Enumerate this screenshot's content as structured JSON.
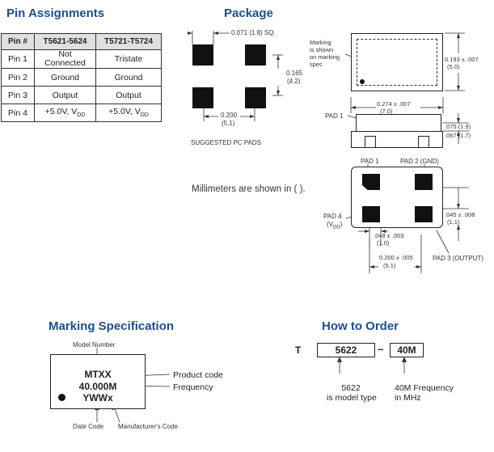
{
  "headings": {
    "pin_assignments": "Pin Assignments",
    "package": "Package",
    "marking_specification": "Marking Specification",
    "how_to_order": "How to Order"
  },
  "pin_table": {
    "headers": [
      "Pin #",
      "T5621-5624",
      "T5721-T5724"
    ],
    "rows": [
      {
        "pin": "Pin 1",
        "a_line1": "Not",
        "a_line2": "Connected",
        "b": "Tristate"
      },
      {
        "pin": "Pin 2",
        "a": "Ground",
        "b": "Ground"
      },
      {
        "pin": "Pin 3",
        "a": "Output",
        "b": "Output"
      },
      {
        "pin": "Pin 4",
        "a": "+5.0V, V",
        "a_sub": "DD",
        "b": "+5.0V, V",
        "b_sub": "DD"
      }
    ]
  },
  "pads": {
    "dim_square": "0.071 (1.8) SQ.",
    "dim_height": "0.165",
    "dim_height_mm": "(4.2)",
    "dim_width": "0.200",
    "dim_width_mm": "(5.1)",
    "caption": "SUGGESTED PC PADS"
  },
  "millimeters_note": "Millimeters are shown in (   ).",
  "package": {
    "marking_line1": "Marking",
    "marking_line2": "is shown",
    "marking_line3": "on marking",
    "marking_line4": "spec",
    "height_dim": "0.193 ± .007",
    "height_dim_mm": "(5.0)",
    "width_dim": "0.274 ± .007",
    "width_dim_mm": "(7.0)",
    "pad1_side": "PAD 1",
    "thick_max": ".075 (1.9)",
    "thick_min": ".067 (1.7)",
    "pad1_bottom": "PAD 1",
    "pad2_bottom": "PAD 2 (GND)",
    "pad4_line1": "PAD 4",
    "pad4_line2": "(V",
    "pad4_sub": "DD",
    "pad4_close": ")",
    "pad_height": ".045 ± .008",
    "pad_height_mm": "(1.1)",
    "pad_width": ".048 ± .003",
    "pad_width_mm": "(1.0)",
    "pitch": "0.200 ± .005",
    "pitch_mm": "(5.1)",
    "pad3": "PAD 3 (OUTPUT)"
  },
  "marking": {
    "model_number": "Model Number",
    "line1": "MTXX",
    "line2": "40.000M",
    "line3": "YWWx",
    "product_code": "Product code",
    "frequency": "Frequency",
    "date_code": "Date Code",
    "manufacturer_code": "Manufacturer's Code"
  },
  "order": {
    "prefix": "T",
    "model": "5622",
    "dash": "–",
    "freq": "40M",
    "model_note1": "5622",
    "model_note2": "is model type",
    "freq_note1": "40M Frequency",
    "freq_note2": "in MHz"
  }
}
